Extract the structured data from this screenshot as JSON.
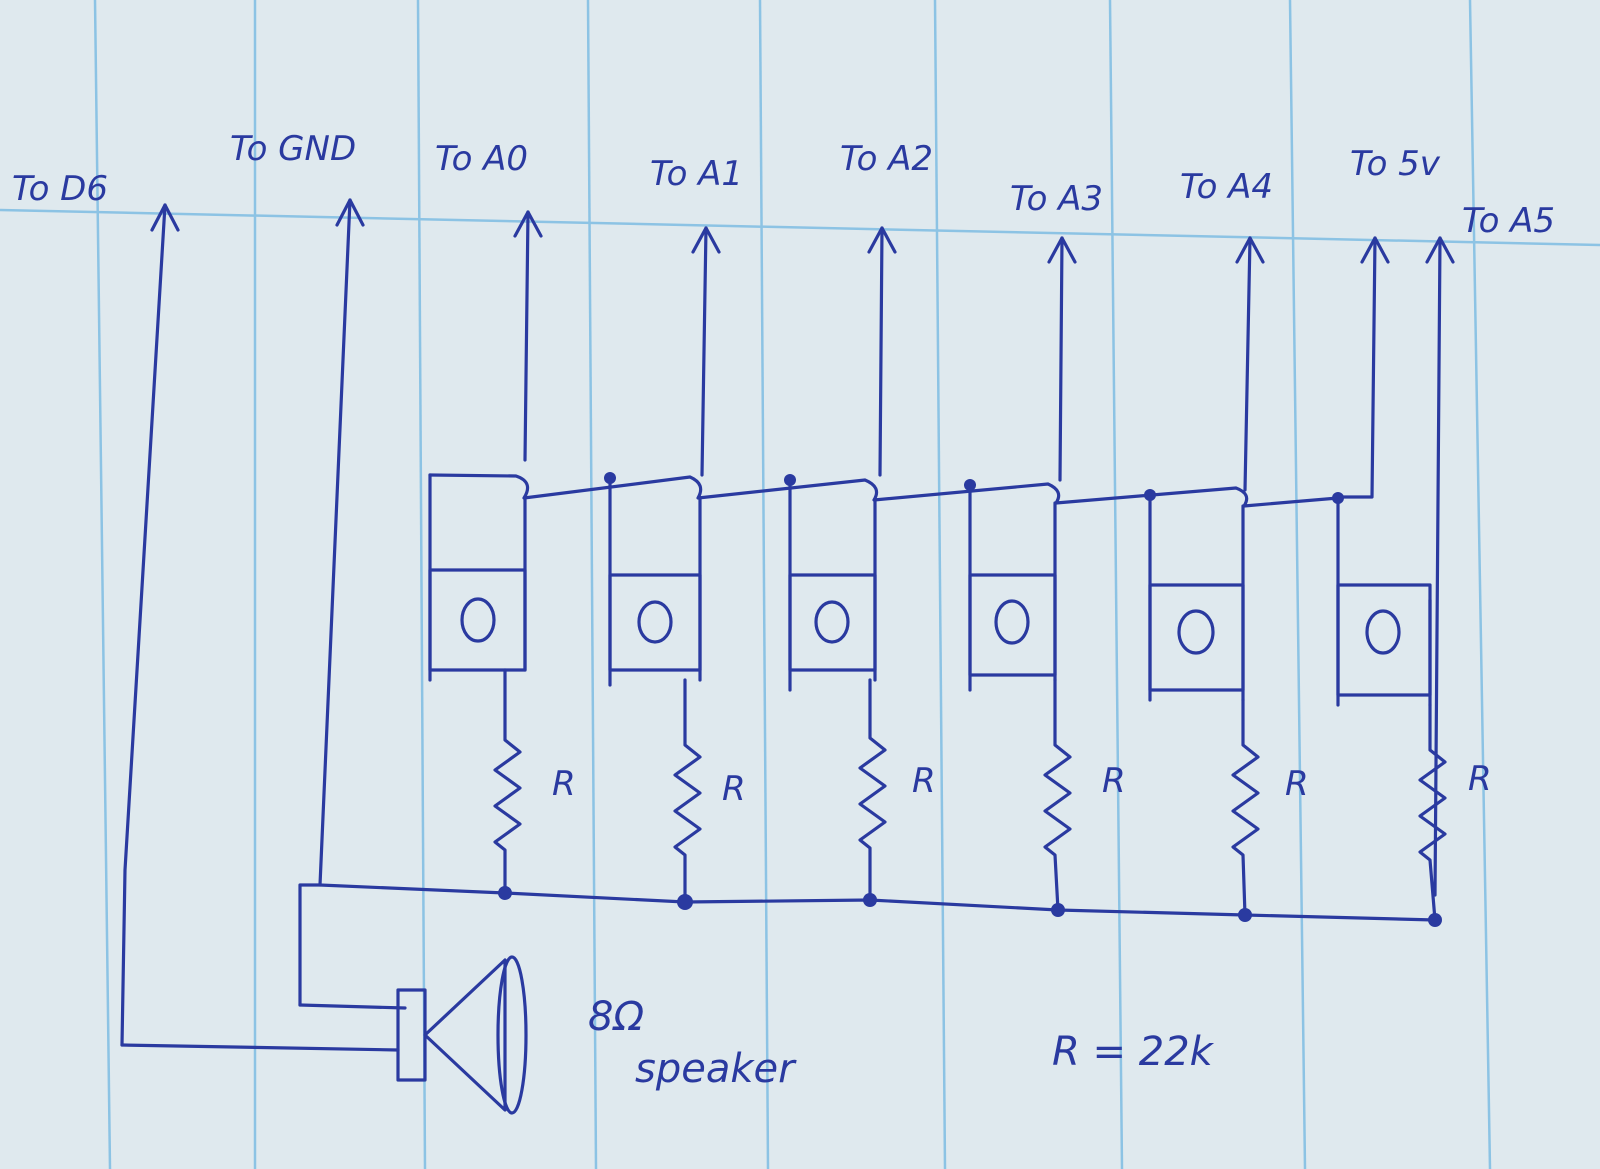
{
  "colors": {
    "paper": "#dfe9ee",
    "ruling": "#8cc3e4",
    "ink": "#2a3aa0"
  },
  "labels": {
    "d6": "To D6",
    "gnd": "To GND",
    "a0": "To A0",
    "a1": "To A1",
    "a2": "To A2",
    "a3": "To A3",
    "a4": "To A4",
    "v5": "To 5v",
    "a5": "To A5"
  },
  "resistor_label": "R",
  "button_symbol": "O",
  "speaker": {
    "ohms": "8Ω",
    "name": "speaker"
  },
  "note": "R = 22k"
}
